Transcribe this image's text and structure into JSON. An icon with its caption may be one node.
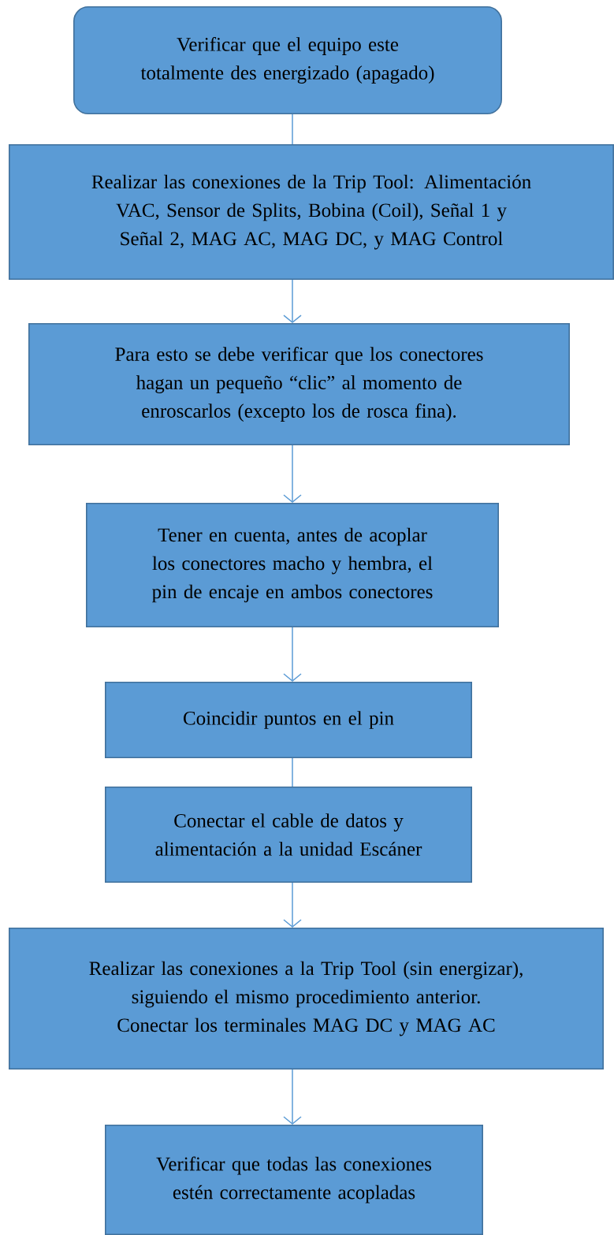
{
  "diagram": {
    "nodes": [
      {
        "text": [
          "Verificar que el equipo este totalmente des energizado (apagado)"
        ]
      },
      {
        "text": [
          "Realizar las conexiones de la Trip Tool: Alimentación VAC, Sensor de Splits, Bobina (Coil), Señal 1 y Señal 2, MAG AC, MAG DC, y MAG Control"
        ]
      },
      {
        "text": [
          "Para esto se debe verificar que los conectores hagan un pequeño “clic” al momento de enroscarlos (excepto los de rosca fina)."
        ]
      },
      {
        "text": [
          "Tener en cuenta, antes de acoplar los conectores macho y hembra, el pin de encaje en ambos conectores"
        ]
      },
      {
        "text": [
          "Coincidir puntos en el pin"
        ]
      },
      {
        "text": [
          "Conectar el cable de datos y alimentación a la unidad Escáner"
        ]
      },
      {
        "text": [
          "Realizar las conexiones a la Trip Tool (sin energizar), siguiendo el mismo procedimiento anterior. Conectar los terminales MAG DC y MAG AC"
        ]
      },
      {
        "text": [
          "Verificar que todas las conexiones estén correctamente acopladas"
        ]
      }
    ],
    "edges": [
      {
        "from": 0,
        "to": 1,
        "arrow": "none"
      },
      {
        "from": 1,
        "to": 2,
        "arrow": "to"
      },
      {
        "from": 2,
        "to": 3,
        "arrow": "to"
      },
      {
        "from": 3,
        "to": 4,
        "arrow": "to"
      },
      {
        "from": 4,
        "to": 5,
        "arrow": "none"
      },
      {
        "from": 5,
        "to": 6,
        "arrow": "to"
      },
      {
        "from": 6,
        "to": 7,
        "arrow": "to"
      }
    ]
  }
}
